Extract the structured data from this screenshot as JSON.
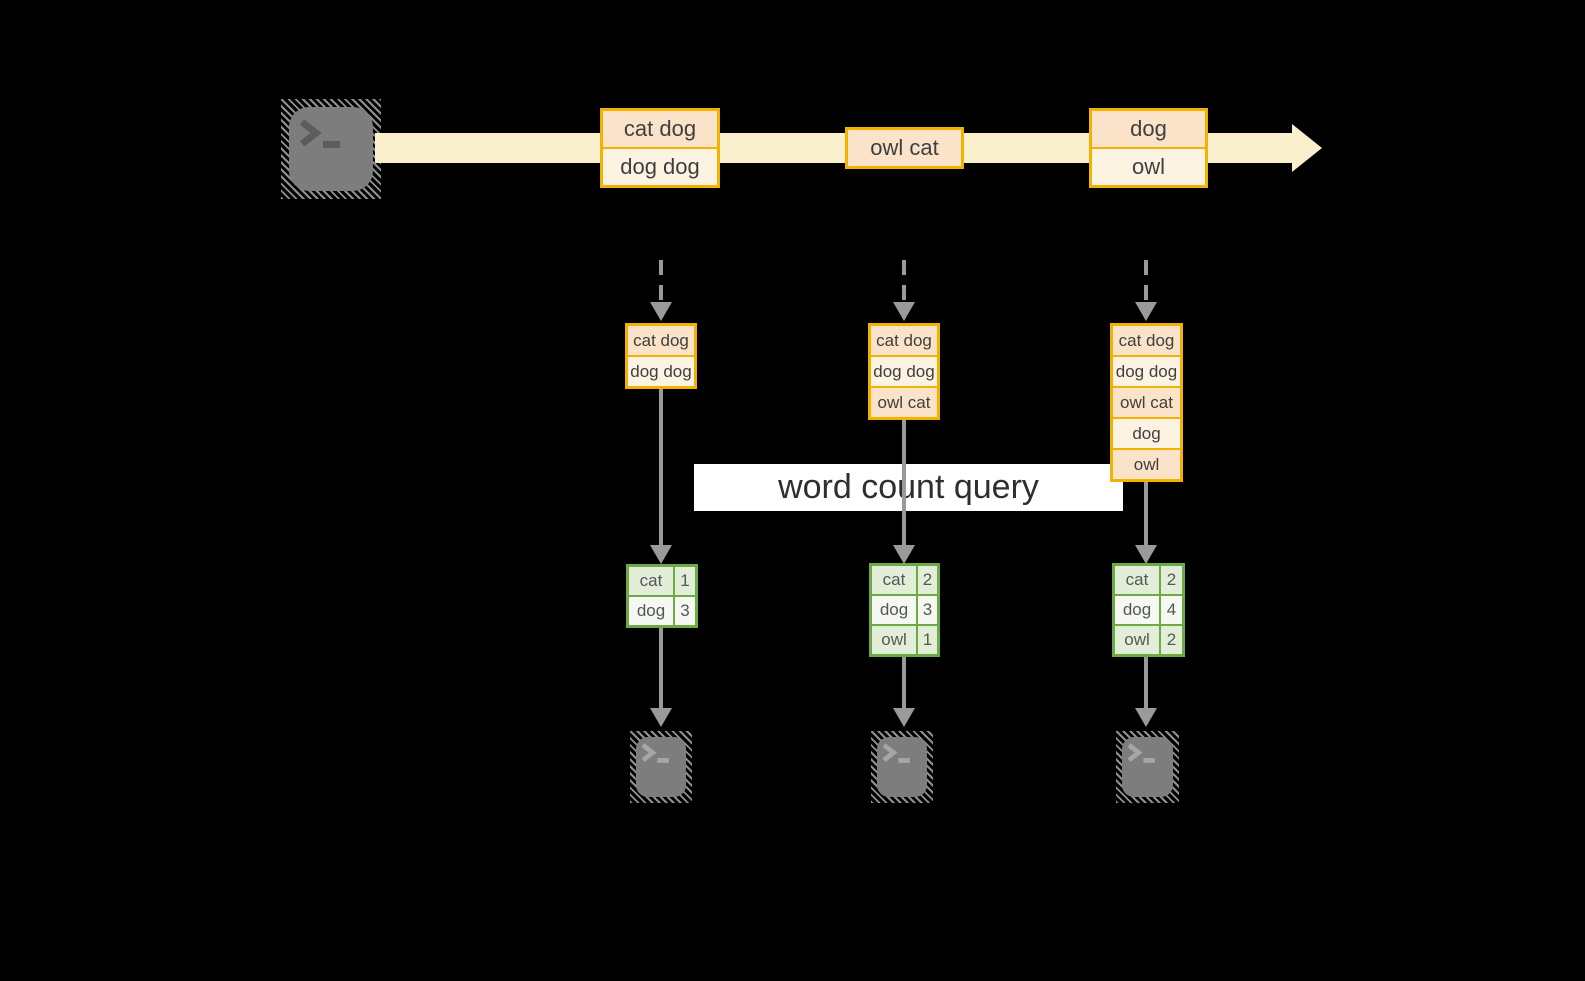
{
  "query_label": "word count query",
  "stream": {
    "boxes": [
      {
        "cells": [
          "cat dog",
          "dog dog"
        ]
      },
      {
        "cells": [
          "owl cat"
        ]
      },
      {
        "cells": [
          "dog",
          "owl"
        ]
      }
    ]
  },
  "columns": [
    {
      "buffer": [
        "cat dog",
        "dog dog"
      ],
      "counts": [
        {
          "word": "cat",
          "count": "1"
        },
        {
          "word": "dog",
          "count": "3"
        }
      ]
    },
    {
      "buffer": [
        "cat dog",
        "dog dog",
        "owl cat"
      ],
      "counts": [
        {
          "word": "cat",
          "count": "2"
        },
        {
          "word": "dog",
          "count": "3"
        },
        {
          "word": "owl",
          "count": "1"
        }
      ]
    },
    {
      "buffer": [
        "cat dog",
        "dog dog",
        "owl cat",
        "dog",
        "owl"
      ],
      "counts": [
        {
          "word": "cat",
          "count": "2"
        },
        {
          "word": "dog",
          "count": "4"
        },
        {
          "word": "owl",
          "count": "2"
        }
      ]
    }
  ],
  "colors": {
    "gold": "#F2B200",
    "peach": "#FAE3C8",
    "cream": "#FDF3E3",
    "stream": "#FAF0CE",
    "green": "#6EA946",
    "greenfill": "#E3EED9",
    "greenfill2": "#F5F9F1",
    "arrow": "#9A9A9A"
  }
}
